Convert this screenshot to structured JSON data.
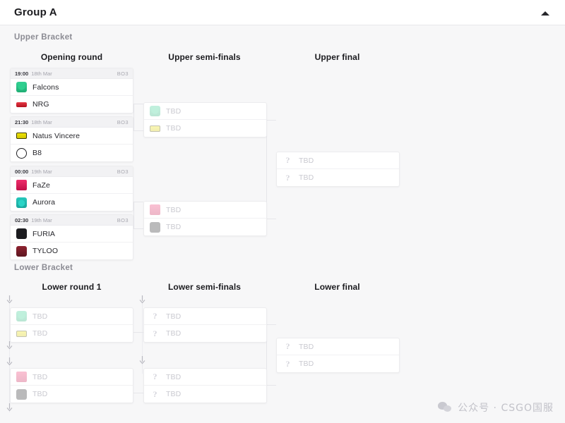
{
  "header": {
    "title": "Group A",
    "collapse_icon": "chevron-up-icon"
  },
  "brackets": {
    "upper": {
      "label": "Upper Bracket",
      "rounds": [
        {
          "label": "Opening round"
        },
        {
          "label": "Upper semi-finals"
        },
        {
          "label": "Upper final"
        }
      ],
      "opening_round": [
        {
          "time": "19:00",
          "date": "18th Mar",
          "format": "BO3",
          "teams": [
            {
              "name": "Falcons",
              "logo": "falcons-logo"
            },
            {
              "name": "NRG",
              "logo": "nrg-logo"
            }
          ]
        },
        {
          "time": "21:30",
          "date": "18th Mar",
          "format": "BO3",
          "teams": [
            {
              "name": "Natus Vincere",
              "logo": "navi-logo"
            },
            {
              "name": "B8",
              "logo": "b8-logo"
            }
          ]
        },
        {
          "time": "00:00",
          "date": "19th Mar",
          "format": "BO3",
          "teams": [
            {
              "name": "FaZe",
              "logo": "faze-logo"
            },
            {
              "name": "Aurora",
              "logo": "aurora-logo"
            }
          ]
        },
        {
          "time": "02:30",
          "date": "19th Mar",
          "format": "BO3",
          "teams": [
            {
              "name": "FURIA",
              "logo": "furia-logo"
            },
            {
              "name": "TYLOO",
              "logo": "tyloo-logo"
            }
          ]
        }
      ],
      "semi_finals": [
        {
          "teams": [
            {
              "name": "TBD",
              "logo": "falcons-nrg-placeholder"
            },
            {
              "name": "TBD",
              "logo": "navi-b8-placeholder"
            }
          ]
        },
        {
          "teams": [
            {
              "name": "TBD",
              "logo": "faze-aurora-placeholder"
            },
            {
              "name": "TBD",
              "logo": "furia-tyloo-placeholder"
            }
          ]
        }
      ],
      "final": [
        {
          "teams": [
            {
              "name": "TBD",
              "logo": "question-mark-icon"
            },
            {
              "name": "TBD",
              "logo": "question-mark-icon"
            }
          ]
        }
      ]
    },
    "lower": {
      "label": "Lower Bracket",
      "rounds": [
        {
          "label": "Lower round 1"
        },
        {
          "label": "Lower semi-finals"
        },
        {
          "label": "Lower final"
        }
      ],
      "round_1": [
        {
          "teams": [
            {
              "name": "TBD",
              "logo": "falcons-nrg-placeholder"
            },
            {
              "name": "TBD",
              "logo": "navi-b8-placeholder"
            }
          ]
        },
        {
          "teams": [
            {
              "name": "TBD",
              "logo": "faze-aurora-placeholder"
            },
            {
              "name": "TBD",
              "logo": "furia-tyloo-placeholder"
            }
          ]
        }
      ],
      "semi_finals": [
        {
          "teams": [
            {
              "name": "TBD",
              "logo": "question-mark-icon"
            },
            {
              "name": "TBD",
              "logo": "question-mark-icon"
            }
          ]
        },
        {
          "teams": [
            {
              "name": "TBD",
              "logo": "question-mark-icon"
            },
            {
              "name": "TBD",
              "logo": "question-mark-icon"
            }
          ]
        }
      ],
      "final": [
        {
          "teams": [
            {
              "name": "TBD",
              "logo": "question-mark-icon"
            },
            {
              "name": "TBD",
              "logo": "question-mark-icon"
            }
          ]
        }
      ]
    }
  },
  "watermark": {
    "icon": "wechat-icon",
    "text": "公众号 · CSGO国服"
  },
  "colors": {
    "page_background": "#f7f7f8",
    "card_background": "#ffffff",
    "card_border": "#ececee",
    "match_header_background": "#f2f2f4",
    "text_primary": "#26262b",
    "text_muted": "#9a9aa2",
    "tbd_text": "#c9c9d0",
    "connector": "#e6e6ea"
  }
}
